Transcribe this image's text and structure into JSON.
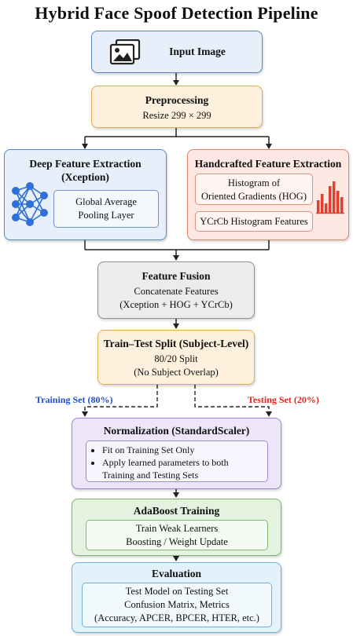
{
  "title": "Hybrid Face Spoof Detection Pipeline",
  "input": {
    "label": "Input Image",
    "icon": "image-icon"
  },
  "preprocessing": {
    "title": "Preprocessing",
    "detail": "Resize 299 × 299"
  },
  "deep": {
    "title": "Deep Feature Extraction",
    "subtitle": "(Xception)",
    "inner_line1": "Global Average",
    "inner_line2": "Pooling Layer",
    "icon": "neural-network-icon"
  },
  "handcrafted": {
    "title": "Handcrafted Feature Extraction",
    "hog_line1": "Histogram of",
    "hog_line2": "Oriented Gradients (HOG)",
    "ycrcb": "YCrCb Histogram Features",
    "icon": "bar-chart-icon"
  },
  "fusion": {
    "title": "Feature Fusion",
    "line1": "Concatenate Features",
    "line2": "(Xception + HOG + YCrCb)"
  },
  "split": {
    "title": "Train–Test Split (Subject-Level)",
    "line1": "80/20 Split",
    "line2": "(No Subject Overlap)"
  },
  "training_label": "Training Set (80%)",
  "testing_label": "Testing Set (20%)",
  "normalization": {
    "title": "Normalization (StandardScaler)",
    "bullets": [
      "Fit on Training Set Only",
      "Apply learned parameters to both",
      "Training and Testing Sets"
    ]
  },
  "adaboost": {
    "title": "AdaBoost Training",
    "line1": "Train Weak Learners",
    "line2": "Boosting / Weight Update"
  },
  "evaluation": {
    "title": "Evaluation",
    "line1": "Test Model on Testing Set",
    "line2": "Confusion Matrix, Metrics",
    "line3": "(Accuracy, APCER, BPCER, HTER, etc.)"
  },
  "colors": {
    "training": "#1f4fd0",
    "testing": "#e0271f",
    "network": "#2f6fd6",
    "bars": "#e0402e"
  }
}
